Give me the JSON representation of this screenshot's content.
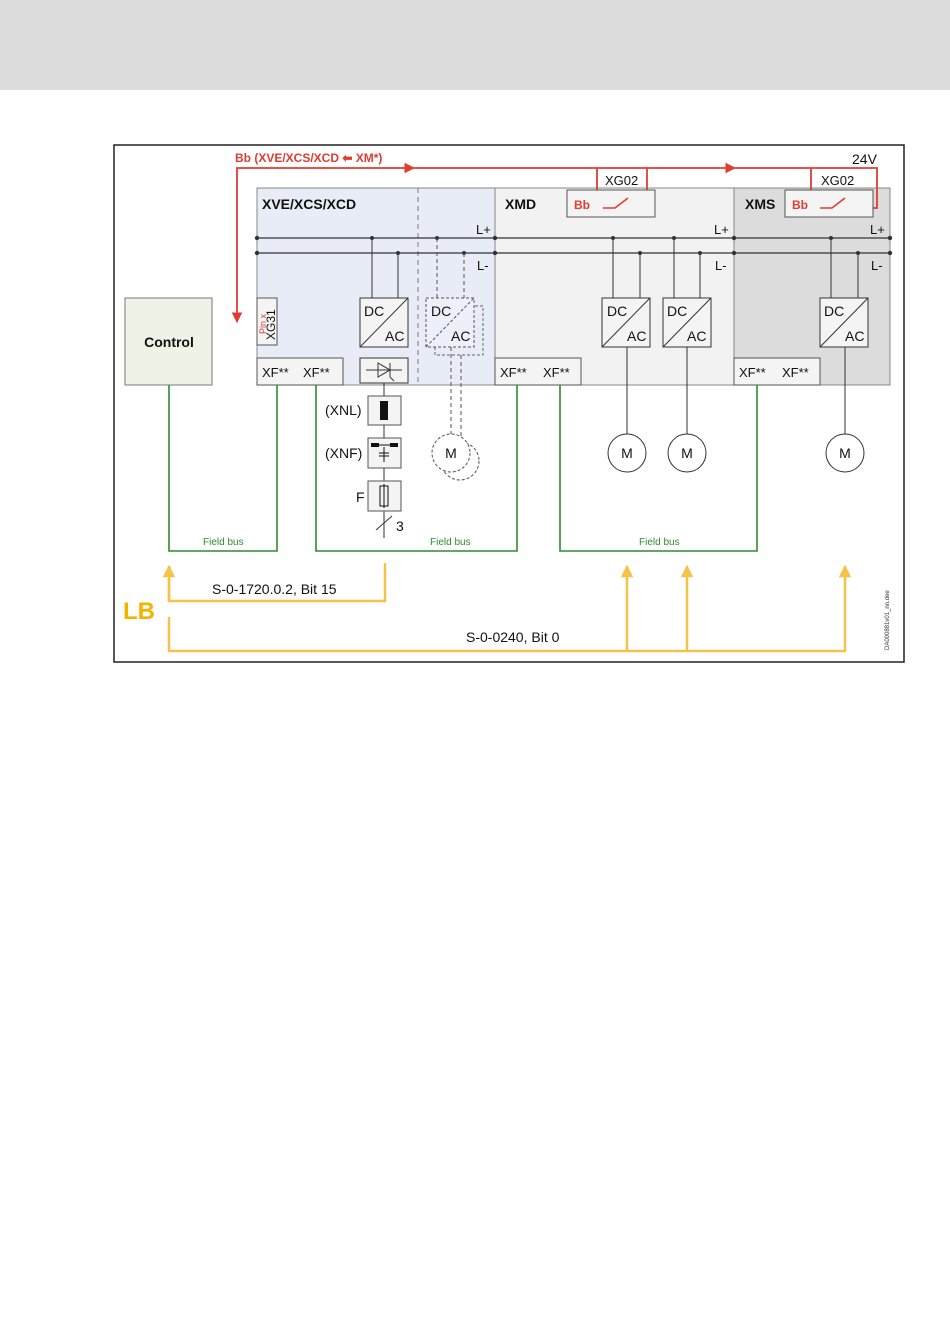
{
  "colors": {
    "header_band": "#dcdcdc",
    "xve_fill": "#e8ecf6",
    "xmd_fill": "#f2f2f2",
    "xms_fill": "#dcdcdc",
    "control_fill": "#eef3e8",
    "bb_red": "#e03c31",
    "fieldbus_green": "#2e8b2e",
    "lb_yellow": "#f5c34b",
    "bus_dot": "#333333"
  },
  "bb_line": {
    "label": "Bb (XVE/XCS/XCD ⬅ XM*)"
  },
  "supply": {
    "label": "24V"
  },
  "modules": {
    "xve": {
      "title": "XVE/XCS/XCD",
      "xg31_pin": "Pin x",
      "xg31_label": "XG31"
    },
    "xmd": {
      "title": "XMD",
      "xg02_label": "XG02",
      "bb_label": "Bb"
    },
    "xms": {
      "title": "XMS",
      "xg02_label": "XG02",
      "bb_label": "Bb"
    }
  },
  "bus": {
    "plus": "L+",
    "minus": "L-"
  },
  "converter": {
    "dc": "DC",
    "ac": "AC"
  },
  "motor_label": "M",
  "xf_label": "XF**",
  "control": {
    "label": "Control"
  },
  "mains": {
    "xnl": "(XNL)",
    "xnf": "(XNF)",
    "fuse": "F",
    "phases": "3"
  },
  "fieldbus": {
    "label": "Field bus"
  },
  "lb": {
    "label": "LB",
    "signal_1720": "S-0-1720.0.2, Bit 15",
    "signal_0240": "S-0-0240, Bit 0"
  },
  "drawing_id": "DA000881v01_nn.dee"
}
